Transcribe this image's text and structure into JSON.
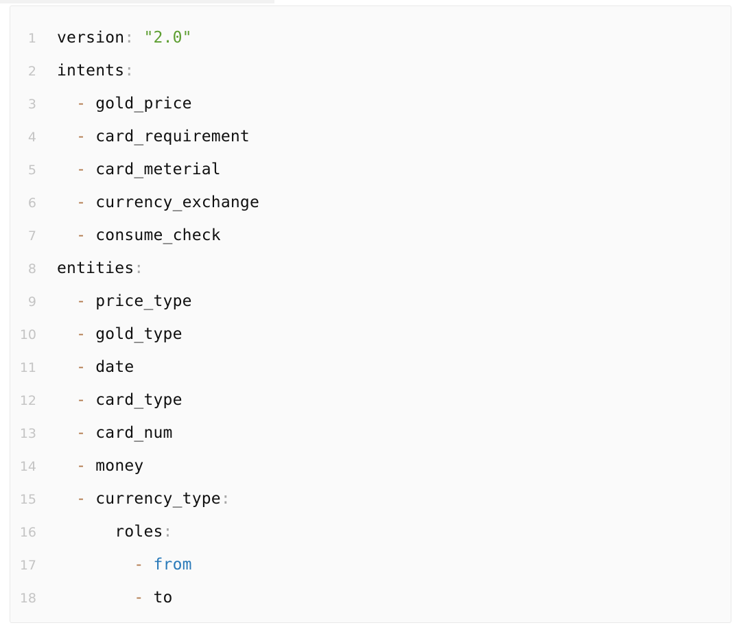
{
  "document": {
    "type": "yaml-code-block",
    "language": "yaml",
    "colors": {
      "background": "#fafafa",
      "border": "#e8e8e8",
      "line_number": "#c4c4c4",
      "text": "#101010",
      "punctuation": "#a8a8a8",
      "dash": "#b1794c",
      "string": "#5d9e31",
      "keyword": "#2a7ab9"
    },
    "total_lines": 18,
    "lines": [
      {
        "number": "1",
        "indent": "",
        "dash": "",
        "key": "version",
        "colon": ":",
        "value": "\"2.0\"",
        "value_class": "tok-string"
      },
      {
        "number": "2",
        "indent": "",
        "dash": "",
        "key": "intents",
        "colon": ":",
        "value": "",
        "value_class": "tok-plain"
      },
      {
        "number": "3",
        "indent": "  ",
        "dash": "- ",
        "key": "gold_price",
        "colon": "",
        "value": "",
        "value_class": "tok-plain"
      },
      {
        "number": "4",
        "indent": "  ",
        "dash": "- ",
        "key": "card_requirement",
        "colon": "",
        "value": "",
        "value_class": "tok-plain"
      },
      {
        "number": "5",
        "indent": "  ",
        "dash": "- ",
        "key": "card_meterial",
        "colon": "",
        "value": "",
        "value_class": "tok-plain"
      },
      {
        "number": "6",
        "indent": "  ",
        "dash": "- ",
        "key": "currency_exchange",
        "colon": "",
        "value": "",
        "value_class": "tok-plain"
      },
      {
        "number": "7",
        "indent": "  ",
        "dash": "- ",
        "key": "consume_check",
        "colon": "",
        "value": "",
        "value_class": "tok-plain"
      },
      {
        "number": "8",
        "indent": "",
        "dash": "",
        "key": "entities",
        "colon": ":",
        "value": "",
        "value_class": "tok-plain"
      },
      {
        "number": "9",
        "indent": "  ",
        "dash": "- ",
        "key": "price_type",
        "colon": "",
        "value": "",
        "value_class": "tok-plain"
      },
      {
        "number": "10",
        "indent": "  ",
        "dash": "- ",
        "key": "gold_type",
        "colon": "",
        "value": "",
        "value_class": "tok-plain"
      },
      {
        "number": "11",
        "indent": "  ",
        "dash": "- ",
        "key": "date",
        "colon": "",
        "value": "",
        "value_class": "tok-plain"
      },
      {
        "number": "12",
        "indent": "  ",
        "dash": "- ",
        "key": "card_type",
        "colon": "",
        "value": "",
        "value_class": "tok-plain"
      },
      {
        "number": "13",
        "indent": "  ",
        "dash": "- ",
        "key": "card_num",
        "colon": "",
        "value": "",
        "value_class": "tok-plain"
      },
      {
        "number": "14",
        "indent": "  ",
        "dash": "- ",
        "key": "money",
        "colon": "",
        "value": "",
        "value_class": "tok-plain"
      },
      {
        "number": "15",
        "indent": "  ",
        "dash": "- ",
        "key": "currency_type",
        "colon": ":",
        "value": "",
        "value_class": "tok-plain"
      },
      {
        "number": "16",
        "indent": "      ",
        "dash": "",
        "key": "roles",
        "colon": ":",
        "value": "",
        "value_class": "tok-plain"
      },
      {
        "number": "17",
        "indent": "        ",
        "dash": "- ",
        "key": "from",
        "colon": "",
        "value": "",
        "value_class": "tok-plain",
        "key_class": "tok-keyword"
      },
      {
        "number": "18",
        "indent": "        ",
        "dash": "- ",
        "key": "to",
        "colon": "",
        "value": "",
        "value_class": "tok-plain"
      }
    ]
  }
}
